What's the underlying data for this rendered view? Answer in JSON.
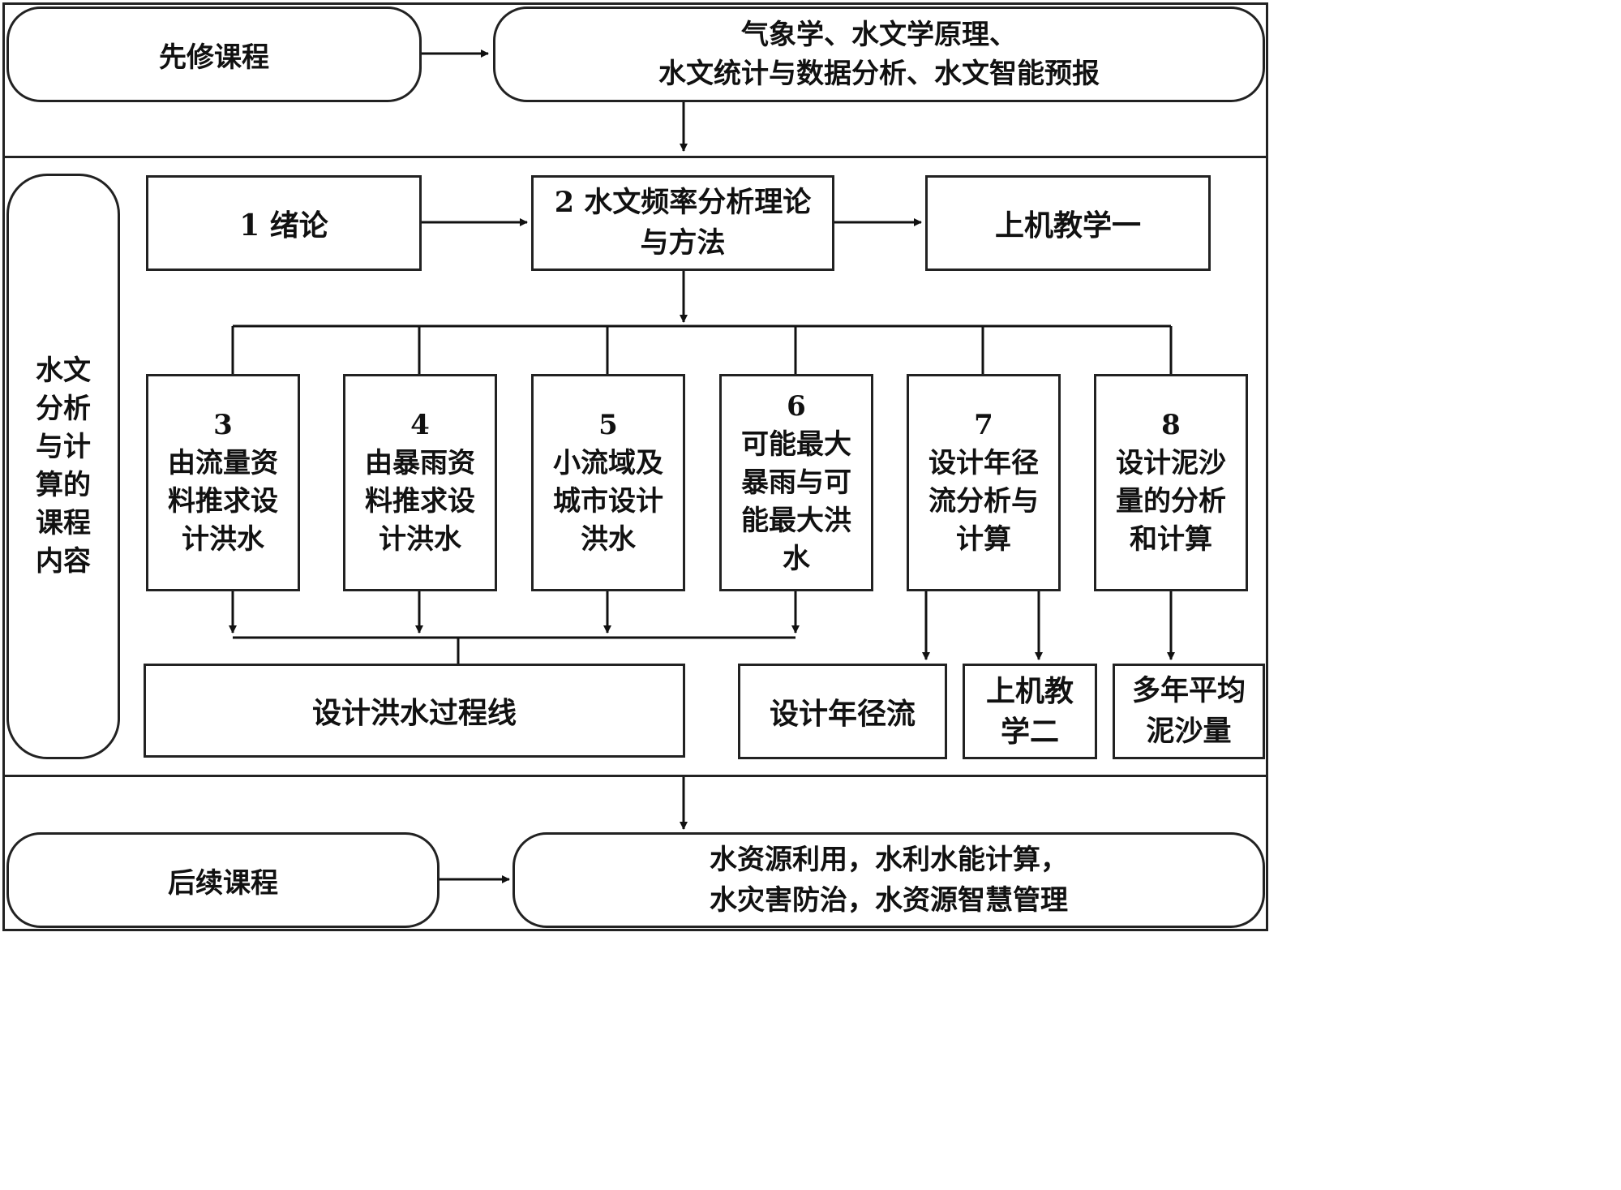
{
  "prerequisite": {
    "label": "先修课程",
    "courses": [
      "气象学、水文学原理、",
      "水文统计与数据分析、水文智能预报"
    ]
  },
  "core": {
    "label": "水文分析与计算的课程内容",
    "label_lines": [
      "水文",
      "分析",
      "与计",
      "算的",
      "课程",
      "内容"
    ],
    "chapter1": "1 绪论",
    "chapter2_lines": [
      "2 水文频率分析理论",
      "与方法"
    ],
    "lab1": "上机教学一",
    "chapters": [
      {
        "num": "3",
        "lines": [
          "由流量资",
          "料推求设",
          "计洪水"
        ]
      },
      {
        "num": "4",
        "lines": [
          "由暴雨资",
          "料推求设",
          "计洪水"
        ]
      },
      {
        "num": "5",
        "lines": [
          "小流域及",
          "城市设计",
          "洪水"
        ]
      },
      {
        "num": "6",
        "lines": [
          "可能最大",
          "暴雨与可",
          "能最大洪",
          "水"
        ]
      },
      {
        "num": "7",
        "lines": [
          "设计年径",
          "流分析与",
          "计算"
        ]
      },
      {
        "num": "8",
        "lines": [
          "设计泥沙",
          "量的分析",
          "和计算"
        ]
      }
    ],
    "outputs": {
      "flood_hydrograph": "设计洪水过程线",
      "annual_runoff": "设计年径流",
      "lab2_lines": [
        "上机教",
        "学二"
      ],
      "sediment_lines": [
        "多年平均",
        "泥沙量"
      ]
    }
  },
  "followup": {
    "label": "后续课程",
    "courses": [
      "水资源利用，水利水能计算，",
      "水灾害防治，水资源智慧管理"
    ]
  }
}
